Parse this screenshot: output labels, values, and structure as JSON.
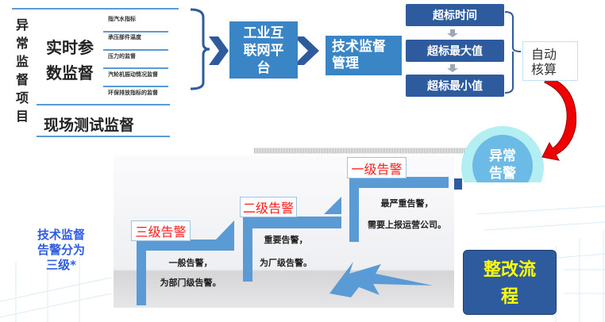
{
  "left_panel": {
    "vertical_title": [
      "异",
      "常",
      "监",
      "督",
      "项",
      "目"
    ],
    "realtime_title": [
      "实时参",
      "数监督"
    ],
    "realtime_items": [
      "指汽水指标",
      "承压部件温度",
      "压力的监督",
      "汽轮机振动情况监督",
      "环保排放指标的监督"
    ],
    "field_test": "现场测试监督"
  },
  "flow": {
    "platform": [
      "工业互",
      "联网平",
      "台"
    ],
    "management": [
      "技术监督",
      "管理"
    ],
    "checks": [
      "超标时间",
      "超标最大值",
      "超标最小值"
    ],
    "auto_calc": [
      "自动",
      "核算"
    ],
    "alarm_circle": [
      "异常",
      "告警"
    ]
  },
  "alarm_levels": {
    "side_note": [
      "技术监督",
      "告警分为",
      "三级*"
    ],
    "levels": [
      {
        "label": "三级告警",
        "desc": [
          "一般告警，",
          "为部门级告警。"
        ]
      },
      {
        "label": "二级告警",
        "desc": [
          "重要告警，",
          "为厂级告警。"
        ]
      },
      {
        "label": "一级告警",
        "desc": [
          "最严重告警，",
          "需要上报运营公司。"
        ]
      }
    ]
  },
  "rectification": [
    "整改流",
    "程"
  ],
  "colors": {
    "dark_blue": "#2d5b9d",
    "mid_blue": "#3a85c5",
    "step_blue": "#5b9bd5",
    "alarm_red": "#ff1a1a",
    "scroll_text": "#ffff00"
  }
}
